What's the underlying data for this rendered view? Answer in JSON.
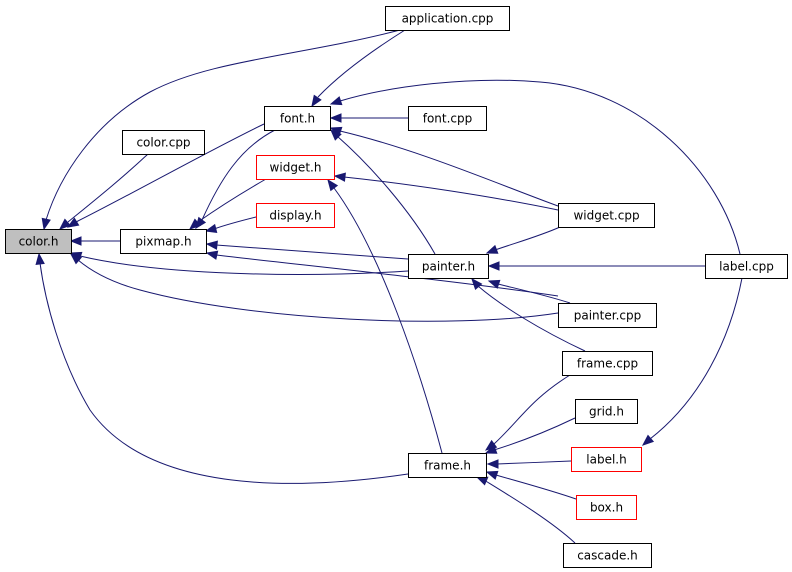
{
  "nodes": [
    {
      "id": "color_h",
      "label": "color.h",
      "kind": "root"
    },
    {
      "id": "application_cpp",
      "label": "application.cpp",
      "kind": "normal"
    },
    {
      "id": "font_h",
      "label": "font.h",
      "kind": "normal"
    },
    {
      "id": "font_cpp",
      "label": "font.cpp",
      "kind": "normal"
    },
    {
      "id": "color_cpp",
      "label": "color.cpp",
      "kind": "normal"
    },
    {
      "id": "widget_h",
      "label": "widget.h",
      "kind": "red"
    },
    {
      "id": "display_h",
      "label": "display.h",
      "kind": "red"
    },
    {
      "id": "pixmap_h",
      "label": "pixmap.h",
      "kind": "normal"
    },
    {
      "id": "widget_cpp",
      "label": "widget.cpp",
      "kind": "normal"
    },
    {
      "id": "painter_h",
      "label": "painter.h",
      "kind": "normal"
    },
    {
      "id": "label_cpp",
      "label": "label.cpp",
      "kind": "normal"
    },
    {
      "id": "painter_cpp",
      "label": "painter.cpp",
      "kind": "normal"
    },
    {
      "id": "frame_cpp",
      "label": "frame.cpp",
      "kind": "normal"
    },
    {
      "id": "grid_h",
      "label": "grid.h",
      "kind": "normal"
    },
    {
      "id": "frame_h",
      "label": "frame.h",
      "kind": "normal"
    },
    {
      "id": "label_h",
      "label": "label.h",
      "kind": "red"
    },
    {
      "id": "box_h",
      "label": "box.h",
      "kind": "red"
    },
    {
      "id": "cascade_h",
      "label": "cascade.h",
      "kind": "normal"
    }
  ],
  "edges": [
    {
      "from": "application_cpp",
      "to": "color_h"
    },
    {
      "from": "application_cpp",
      "to": "font_h"
    },
    {
      "from": "color_cpp",
      "to": "color_h"
    },
    {
      "from": "font_h",
      "to": "color_h"
    },
    {
      "from": "font_cpp",
      "to": "font_h"
    },
    {
      "from": "widget_h",
      "to": "pixmap_h"
    },
    {
      "from": "font_h",
      "to": "pixmap_h"
    },
    {
      "from": "display_h",
      "to": "pixmap_h"
    },
    {
      "from": "pixmap_h",
      "to": "color_h"
    },
    {
      "from": "widget_cpp",
      "to": "font_h"
    },
    {
      "from": "widget_cpp",
      "to": "widget_h"
    },
    {
      "from": "widget_cpp",
      "to": "painter_h"
    },
    {
      "from": "painter_h",
      "to": "font_h"
    },
    {
      "from": "painter_h",
      "to": "pixmap_h"
    },
    {
      "from": "painter_h",
      "to": "color_h"
    },
    {
      "from": "label_cpp",
      "to": "font_h"
    },
    {
      "from": "label_cpp",
      "to": "painter_h"
    },
    {
      "from": "label_cpp",
      "to": "label_h"
    },
    {
      "from": "painter_cpp",
      "to": "color_h"
    },
    {
      "from": "painter_cpp",
      "to": "pixmap_h"
    },
    {
      "from": "painter_cpp",
      "to": "painter_h"
    },
    {
      "from": "frame_cpp",
      "to": "painter_h"
    },
    {
      "from": "frame_cpp",
      "to": "frame_h"
    },
    {
      "from": "frame_h",
      "to": "widget_h"
    },
    {
      "from": "frame_h",
      "to": "color_h"
    },
    {
      "from": "grid_h",
      "to": "frame_h"
    },
    {
      "from": "label_h",
      "to": "frame_h"
    },
    {
      "from": "box_h",
      "to": "frame_h"
    },
    {
      "from": "cascade_h",
      "to": "frame_h"
    }
  ],
  "colors": {
    "edge": "#191970",
    "root_fill": "#bfbfbf",
    "normal_border": "#000000",
    "red_border": "#ff0000",
    "background": "#ffffff"
  }
}
